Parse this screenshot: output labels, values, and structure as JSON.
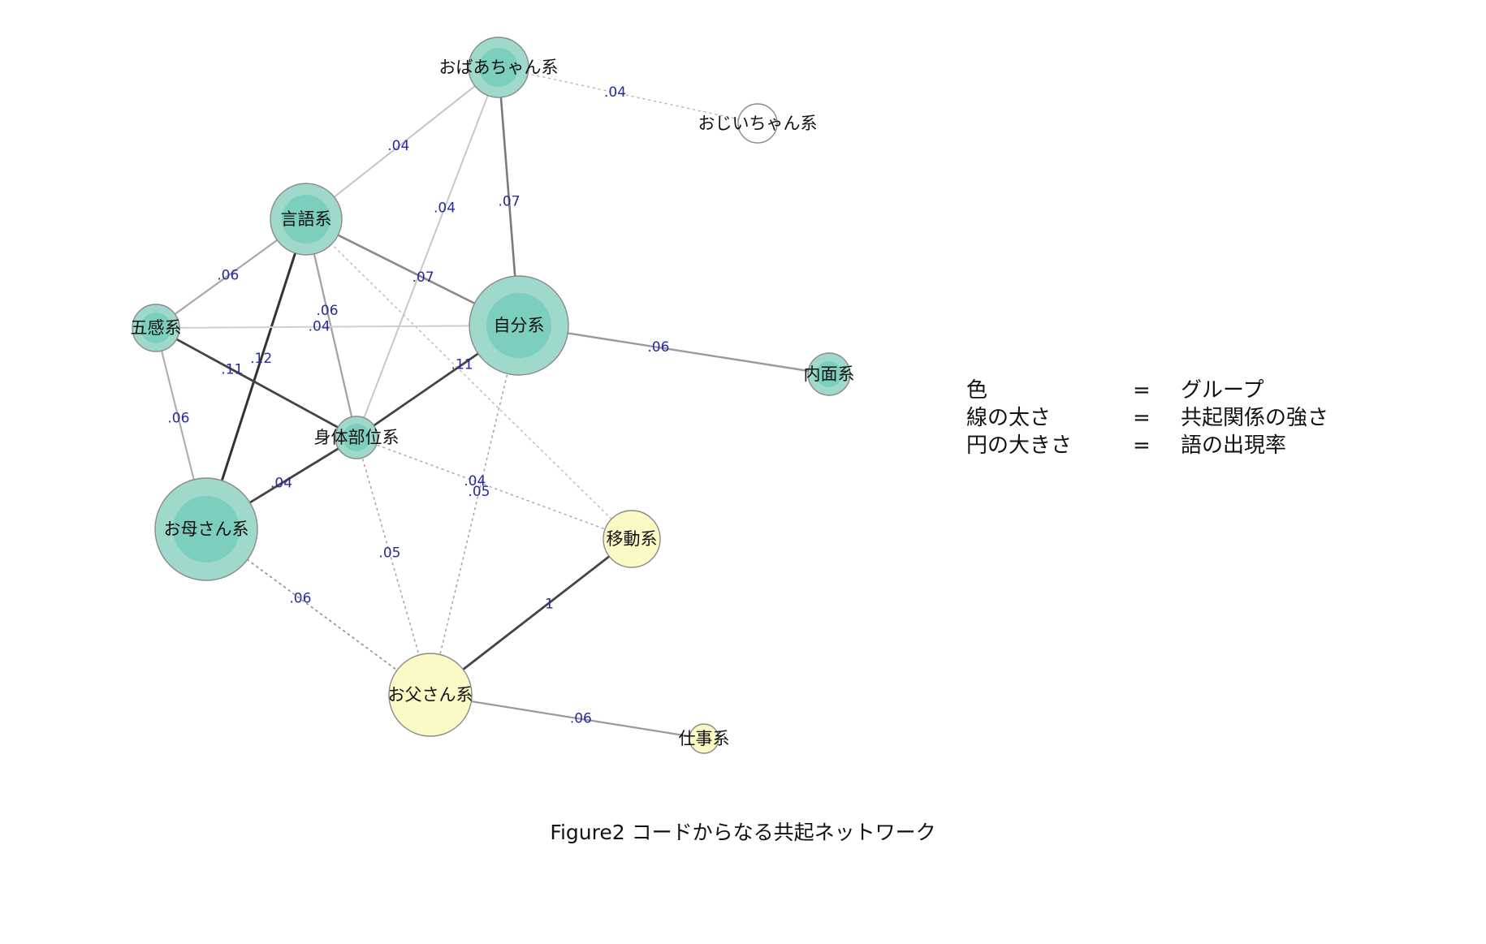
{
  "colors": {
    "group_teal": "#9fd9cc",
    "group_teal_core": "#7ccfbf",
    "group_yellow": "#fbfac6",
    "group_none": "#ffffff",
    "edge_label": "#2a2a9a"
  },
  "nodes": [
    {
      "id": "obaachan",
      "label": "おばあちゃん系",
      "group": "teal"
    },
    {
      "id": "ojiichan",
      "label": "おじいちゃん系",
      "group": "none"
    },
    {
      "id": "gengo",
      "label": "言語系",
      "group": "teal"
    },
    {
      "id": "gokan",
      "label": "五感系",
      "group": "teal"
    },
    {
      "id": "jibun",
      "label": "自分系",
      "group": "teal"
    },
    {
      "id": "naimen",
      "label": "内面系",
      "group": "teal"
    },
    {
      "id": "shintai",
      "label": "身体部位系",
      "group": "teal"
    },
    {
      "id": "okaasan",
      "label": "お母さん系",
      "group": "teal"
    },
    {
      "id": "idou",
      "label": "移動系",
      "group": "yellow"
    },
    {
      "id": "otousan",
      "label": "お父さん系",
      "group": "yellow"
    },
    {
      "id": "shigoto",
      "label": "仕事系",
      "group": "yellow"
    }
  ],
  "edges": [
    {
      "source": "obaachan",
      "target": "ojiichan",
      "label": ".04",
      "style": "dotted"
    },
    {
      "source": "obaachan",
      "target": "gengo",
      "label": ".04",
      "style": "solid"
    },
    {
      "source": "obaachan",
      "target": "jibun",
      "label": ".07",
      "style": "solid"
    },
    {
      "source": "obaachan",
      "target": "shintai",
      "label": ".04",
      "style": "solid"
    },
    {
      "source": "gengo",
      "target": "gokan",
      "label": ".06",
      "style": "solid"
    },
    {
      "source": "gengo",
      "target": "jibun",
      "label": ".07",
      "style": "solid"
    },
    {
      "source": "gengo",
      "target": "okaasan",
      "label": ".12",
      "style": "solid"
    },
    {
      "source": "gengo",
      "target": "shintai",
      "label": ".06",
      "style": "solid"
    },
    {
      "source": "gengo",
      "target": "idou",
      "label": "",
      "style": "dotted"
    },
    {
      "source": "gokan",
      "target": "jibun",
      "label": ".04",
      "style": "solid"
    },
    {
      "source": "gokan",
      "target": "shintai",
      "label": ".11",
      "style": "solid"
    },
    {
      "source": "gokan",
      "target": "okaasan",
      "label": ".06",
      "style": "solid"
    },
    {
      "source": "jibun",
      "target": "naimen",
      "label": ".06",
      "style": "solid"
    },
    {
      "source": "jibun",
      "target": "shintai",
      "label": ".11",
      "style": "solid"
    },
    {
      "source": "jibun",
      "target": "otousan",
      "label": ".05",
      "style": "dotted"
    },
    {
      "source": "shintai",
      "target": "okaasan",
      "label": ".04",
      "style": "solid"
    },
    {
      "source": "shintai",
      "target": "idou",
      "label": ".04",
      "style": "dotted"
    },
    {
      "source": "shintai",
      "target": "otousan",
      "label": ".05",
      "style": "dotted"
    },
    {
      "source": "okaasan",
      "target": "otousan",
      "label": ".06",
      "style": "dotted"
    },
    {
      "source": "idou",
      "target": "otousan",
      "label": ".1",
      "style": "solid"
    },
    {
      "source": "otousan",
      "target": "shigoto",
      "label": ".06",
      "style": "solid"
    }
  ],
  "legend": [
    {
      "term": "色",
      "eq": "=",
      "meaning": "グループ"
    },
    {
      "term": "線の太さ",
      "eq": "=",
      "meaning": "共起関係の強さ"
    },
    {
      "term": "円の大きさ",
      "eq": "=",
      "meaning": "語の出現率"
    }
  ],
  "caption": "Figure2   コードからなる共起ネットワーク"
}
